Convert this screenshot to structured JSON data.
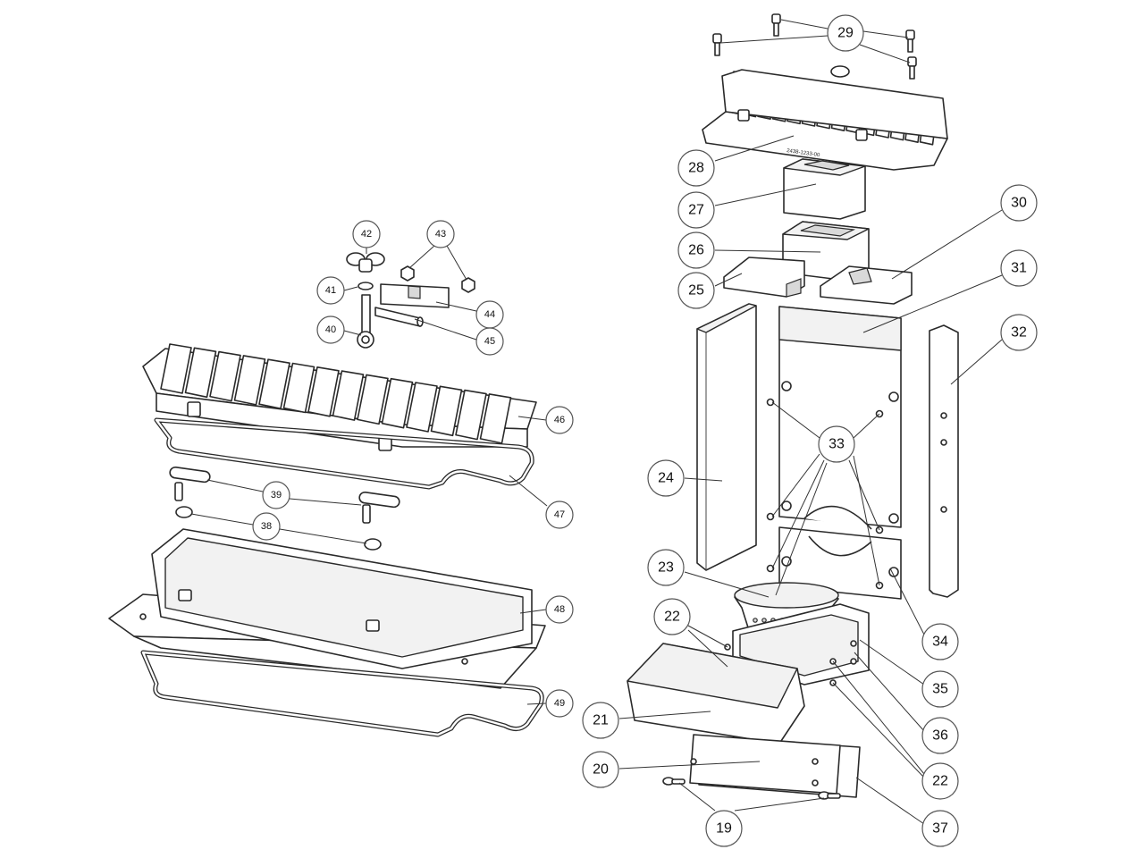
{
  "callouts": [
    {
      "label": "29",
      "size": "large"
    },
    {
      "label": "28",
      "size": "large"
    },
    {
      "label": "27",
      "size": "large"
    },
    {
      "label": "26",
      "size": "large"
    },
    {
      "label": "25",
      "size": "large"
    },
    {
      "label": "30",
      "size": "large"
    },
    {
      "label": "31",
      "size": "large"
    },
    {
      "label": "32",
      "size": "large"
    },
    {
      "label": "24",
      "size": "large"
    },
    {
      "label": "33",
      "size": "large"
    },
    {
      "label": "23",
      "size": "large"
    },
    {
      "label": "34",
      "size": "large"
    },
    {
      "label": "22",
      "size": "large"
    },
    {
      "label": "35",
      "size": "large"
    },
    {
      "label": "21",
      "size": "large"
    },
    {
      "label": "36",
      "size": "large"
    },
    {
      "label": "22",
      "size": "large"
    },
    {
      "label": "20",
      "size": "large"
    },
    {
      "label": "37",
      "size": "large"
    },
    {
      "label": "19",
      "size": "large"
    },
    {
      "label": "42",
      "size": "small"
    },
    {
      "label": "43",
      "size": "small"
    },
    {
      "label": "41",
      "size": "small"
    },
    {
      "label": "44",
      "size": "small"
    },
    {
      "label": "40",
      "size": "small"
    },
    {
      "label": "45",
      "size": "small"
    },
    {
      "label": "46",
      "size": "small"
    },
    {
      "label": "47",
      "size": "small"
    },
    {
      "label": "39",
      "size": "small"
    },
    {
      "label": "38",
      "size": "small"
    },
    {
      "label": "48",
      "size": "small"
    },
    {
      "label": "49",
      "size": "small"
    }
  ],
  "part_markings": {
    "lid_part_number": "2438-1233-00"
  }
}
